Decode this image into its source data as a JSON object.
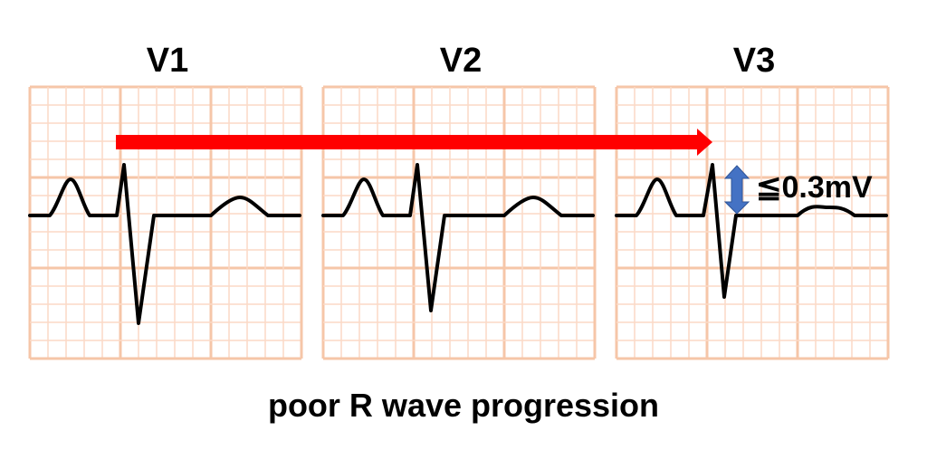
{
  "leads": [
    {
      "label": "V1",
      "r_amplitude": "small",
      "s_depth": "deep"
    },
    {
      "label": "V2",
      "r_amplitude": "small",
      "s_depth": "moderate"
    },
    {
      "label": "V3",
      "r_amplitude": "small",
      "s_depth": "shallow"
    }
  ],
  "annotation": {
    "label": "≦0.3mV"
  },
  "caption": "poor R wave progression",
  "colors": {
    "grid_minor": "#fbd9c6",
    "grid_major": "#f6c6a8",
    "trace": "#000000",
    "arrow": "#ff0000",
    "measure_arrow": "#4472c4"
  }
}
